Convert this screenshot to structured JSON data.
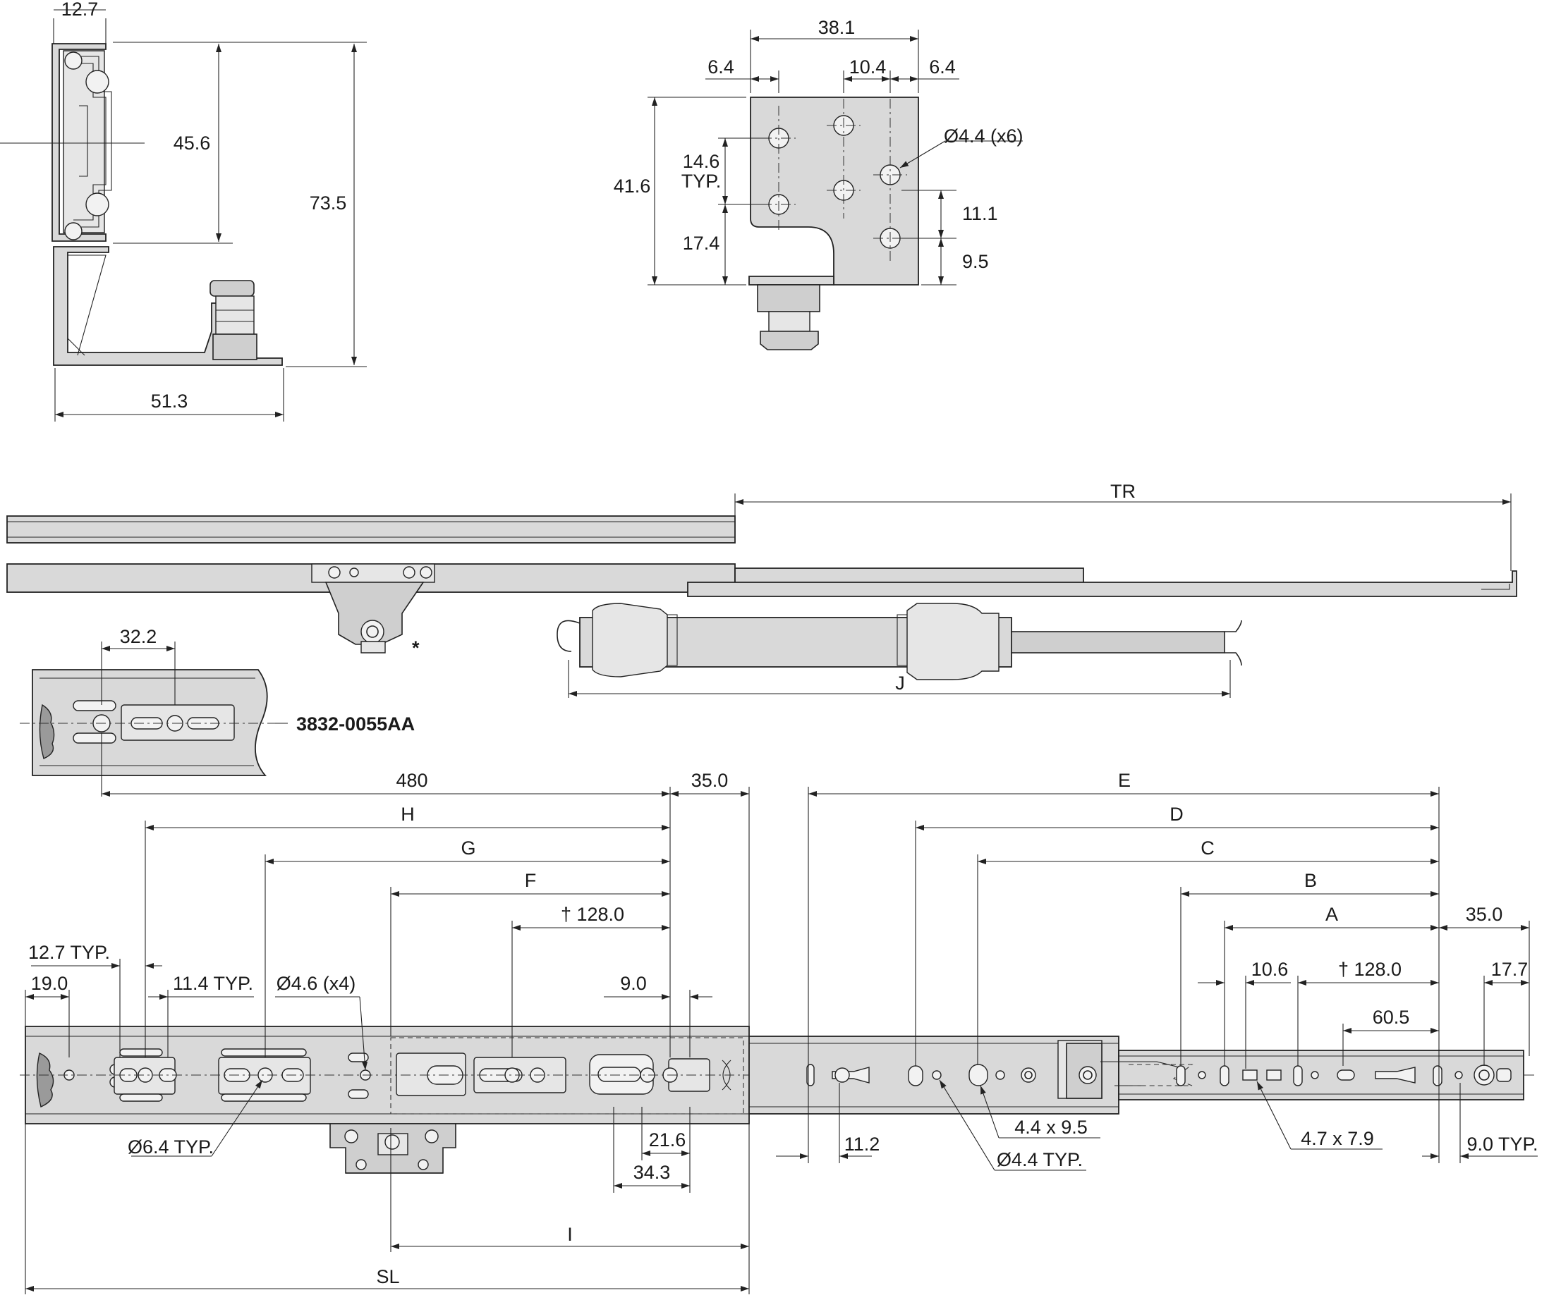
{
  "dimensions": {
    "profile": {
      "top_width": "12.7",
      "rail_height": "45.6",
      "overall_height": "73.5",
      "base_width": "51.3"
    },
    "bracket": {
      "overall_width": "38.1",
      "left_offset": "6.4",
      "hole_spacing": "10.4",
      "right_offset": "6.4",
      "hole_callout": "Ø4.4 (x6)",
      "height": "41.6",
      "vertical_pitch": "14.6",
      "vertical_pitch_note": "TYP.",
      "lower_height": "17.4",
      "right_pitch": "11.1",
      "right_bottom": "9.5"
    },
    "side": {
      "travel": "TR",
      "disconnect_marker": "*",
      "tool_length": "J"
    },
    "detail": {
      "pitch": "32.2",
      "part_number": "3832-0055AA"
    },
    "cabinet_member": {
      "span_480": "480",
      "end_offset": "35.0",
      "H": "H",
      "G": "G",
      "F": "F",
      "dagger_128": "† 128.0",
      "pitch_12_7": "12.7 TYP.",
      "start_19": "19.0",
      "slot_11_4": "11.4 TYP.",
      "hole_4_6": "Ø4.6 (x4)",
      "gap_9": "9.0",
      "hole_6_4": "Ø6.4 TYP.",
      "dim_21_6": "21.6",
      "dim_34_3": "34.3",
      "I": "I",
      "SL": "SL"
    },
    "drawer_member": {
      "E": "E",
      "D": "D",
      "C": "C",
      "B": "B",
      "A": "A",
      "end_35": "35.0",
      "dim_10_6": "10.6",
      "dagger_128": "† 128.0",
      "end_17_7": "17.7",
      "dim_60_5": "60.5",
      "dim_11_2": "11.2",
      "slot_4_4x9_5": "4.4 x 9.5",
      "hole_4_4": "Ø4.4 TYP.",
      "slot_4_7x7_9": "4.7 x 7.9",
      "pitch_9": "9.0 TYP."
    }
  }
}
